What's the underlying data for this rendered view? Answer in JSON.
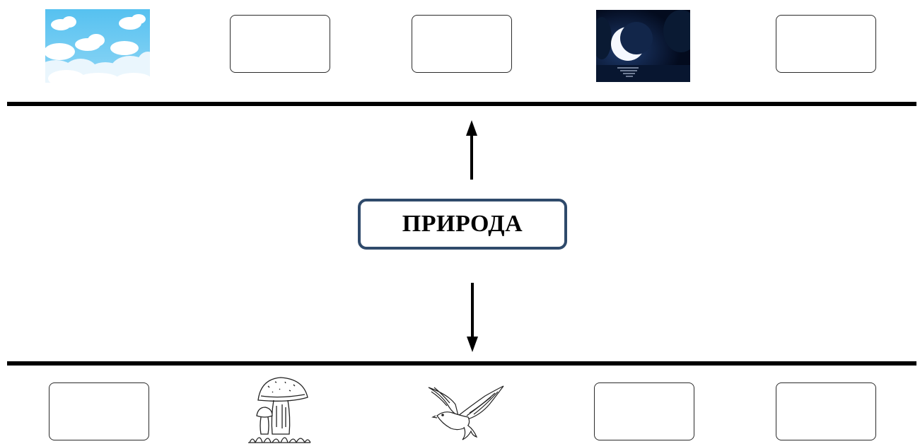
{
  "center": {
    "label": "ПРИРОДА"
  },
  "top_row": [
    {
      "type": "image",
      "icon": "sky-clouds-icon"
    },
    {
      "type": "blank"
    },
    {
      "type": "blank"
    },
    {
      "type": "image",
      "icon": "moon-night-icon"
    },
    {
      "type": "blank"
    }
  ],
  "bottom_row": [
    {
      "type": "blank"
    },
    {
      "type": "image",
      "icon": "mushroom-icon"
    },
    {
      "type": "image",
      "icon": "dove-icon"
    },
    {
      "type": "blank"
    },
    {
      "type": "blank"
    }
  ],
  "colors": {
    "center_border": "#2f4a6b",
    "sky": "#5cc3f0",
    "night": "#06142e"
  }
}
